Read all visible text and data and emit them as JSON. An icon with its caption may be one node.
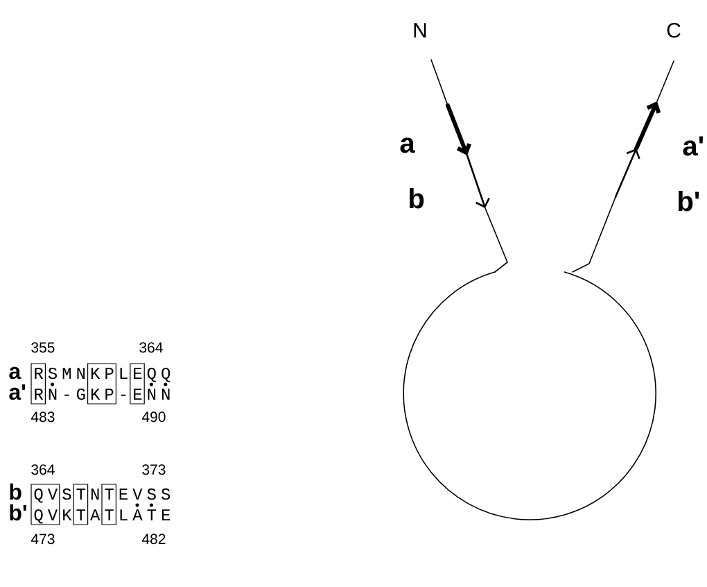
{
  "diagram": {
    "labels": [
      "N",
      "C",
      "a",
      "a'",
      "b",
      "b'",
      "355",
      "364",
      "a",
      "R S M N K P L E Q Q",
      "a'",
      "R N - G K P - E N N",
      "483",
      "490",
      "364",
      "373",
      "b",
      "Q V S T N T E V S S",
      "b'",
      "Q V K T A T L A T E",
      "473",
      "482"
    ]
  }
}
